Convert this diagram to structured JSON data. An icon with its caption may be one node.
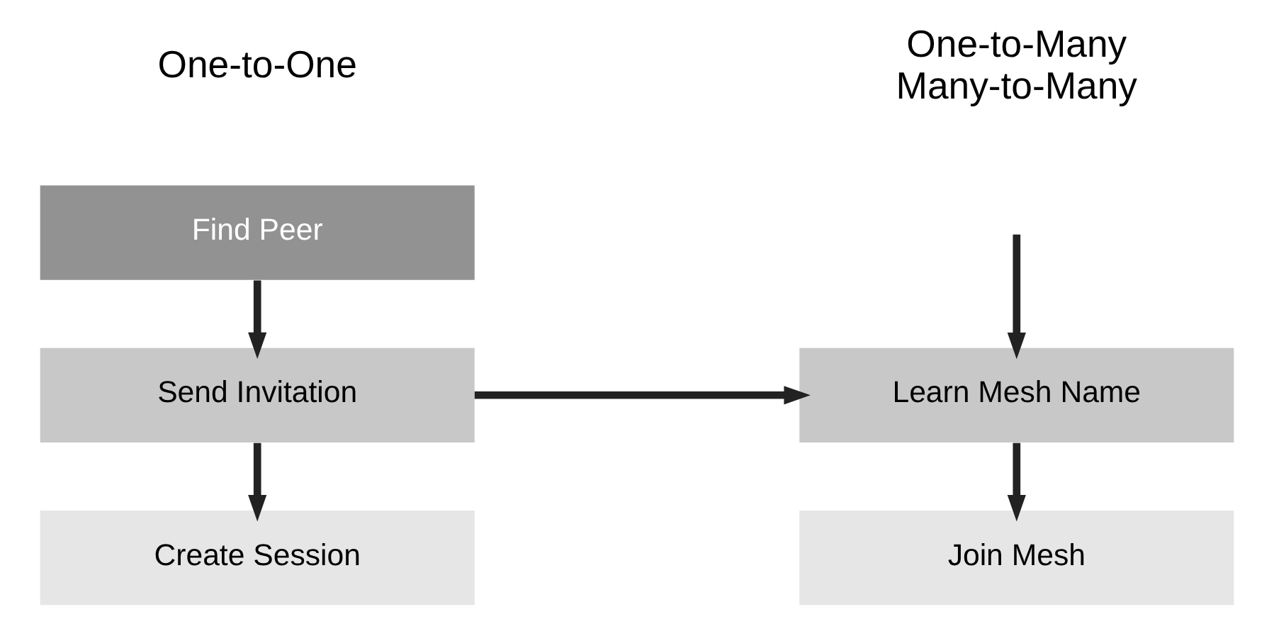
{
  "diagram": {
    "nodes": [
      {
        "text": [
          "Find Peer"
        ]
      },
      {
        "text": [
          "Send Invitation"
        ]
      },
      {
        "text": [
          "Create Session"
        ]
      },
      {
        "text": [
          "Learn Mesh Name"
        ]
      },
      {
        "text": [
          "Join Mesh"
        ]
      }
    ],
    "edges": [
      {
        "from": 0,
        "to": 1,
        "arrow": "to"
      },
      {
        "from": 1,
        "to": 2,
        "arrow": "to"
      },
      {
        "from": 1,
        "to": 3,
        "arrow": "to"
      },
      {
        "from": null,
        "to": 3,
        "arrow": "to"
      },
      {
        "from": 3,
        "to": 4,
        "arrow": "to"
      }
    ],
    "labels": [
      "One-to-One",
      "One-to-Many Many-to-Many"
    ]
  }
}
